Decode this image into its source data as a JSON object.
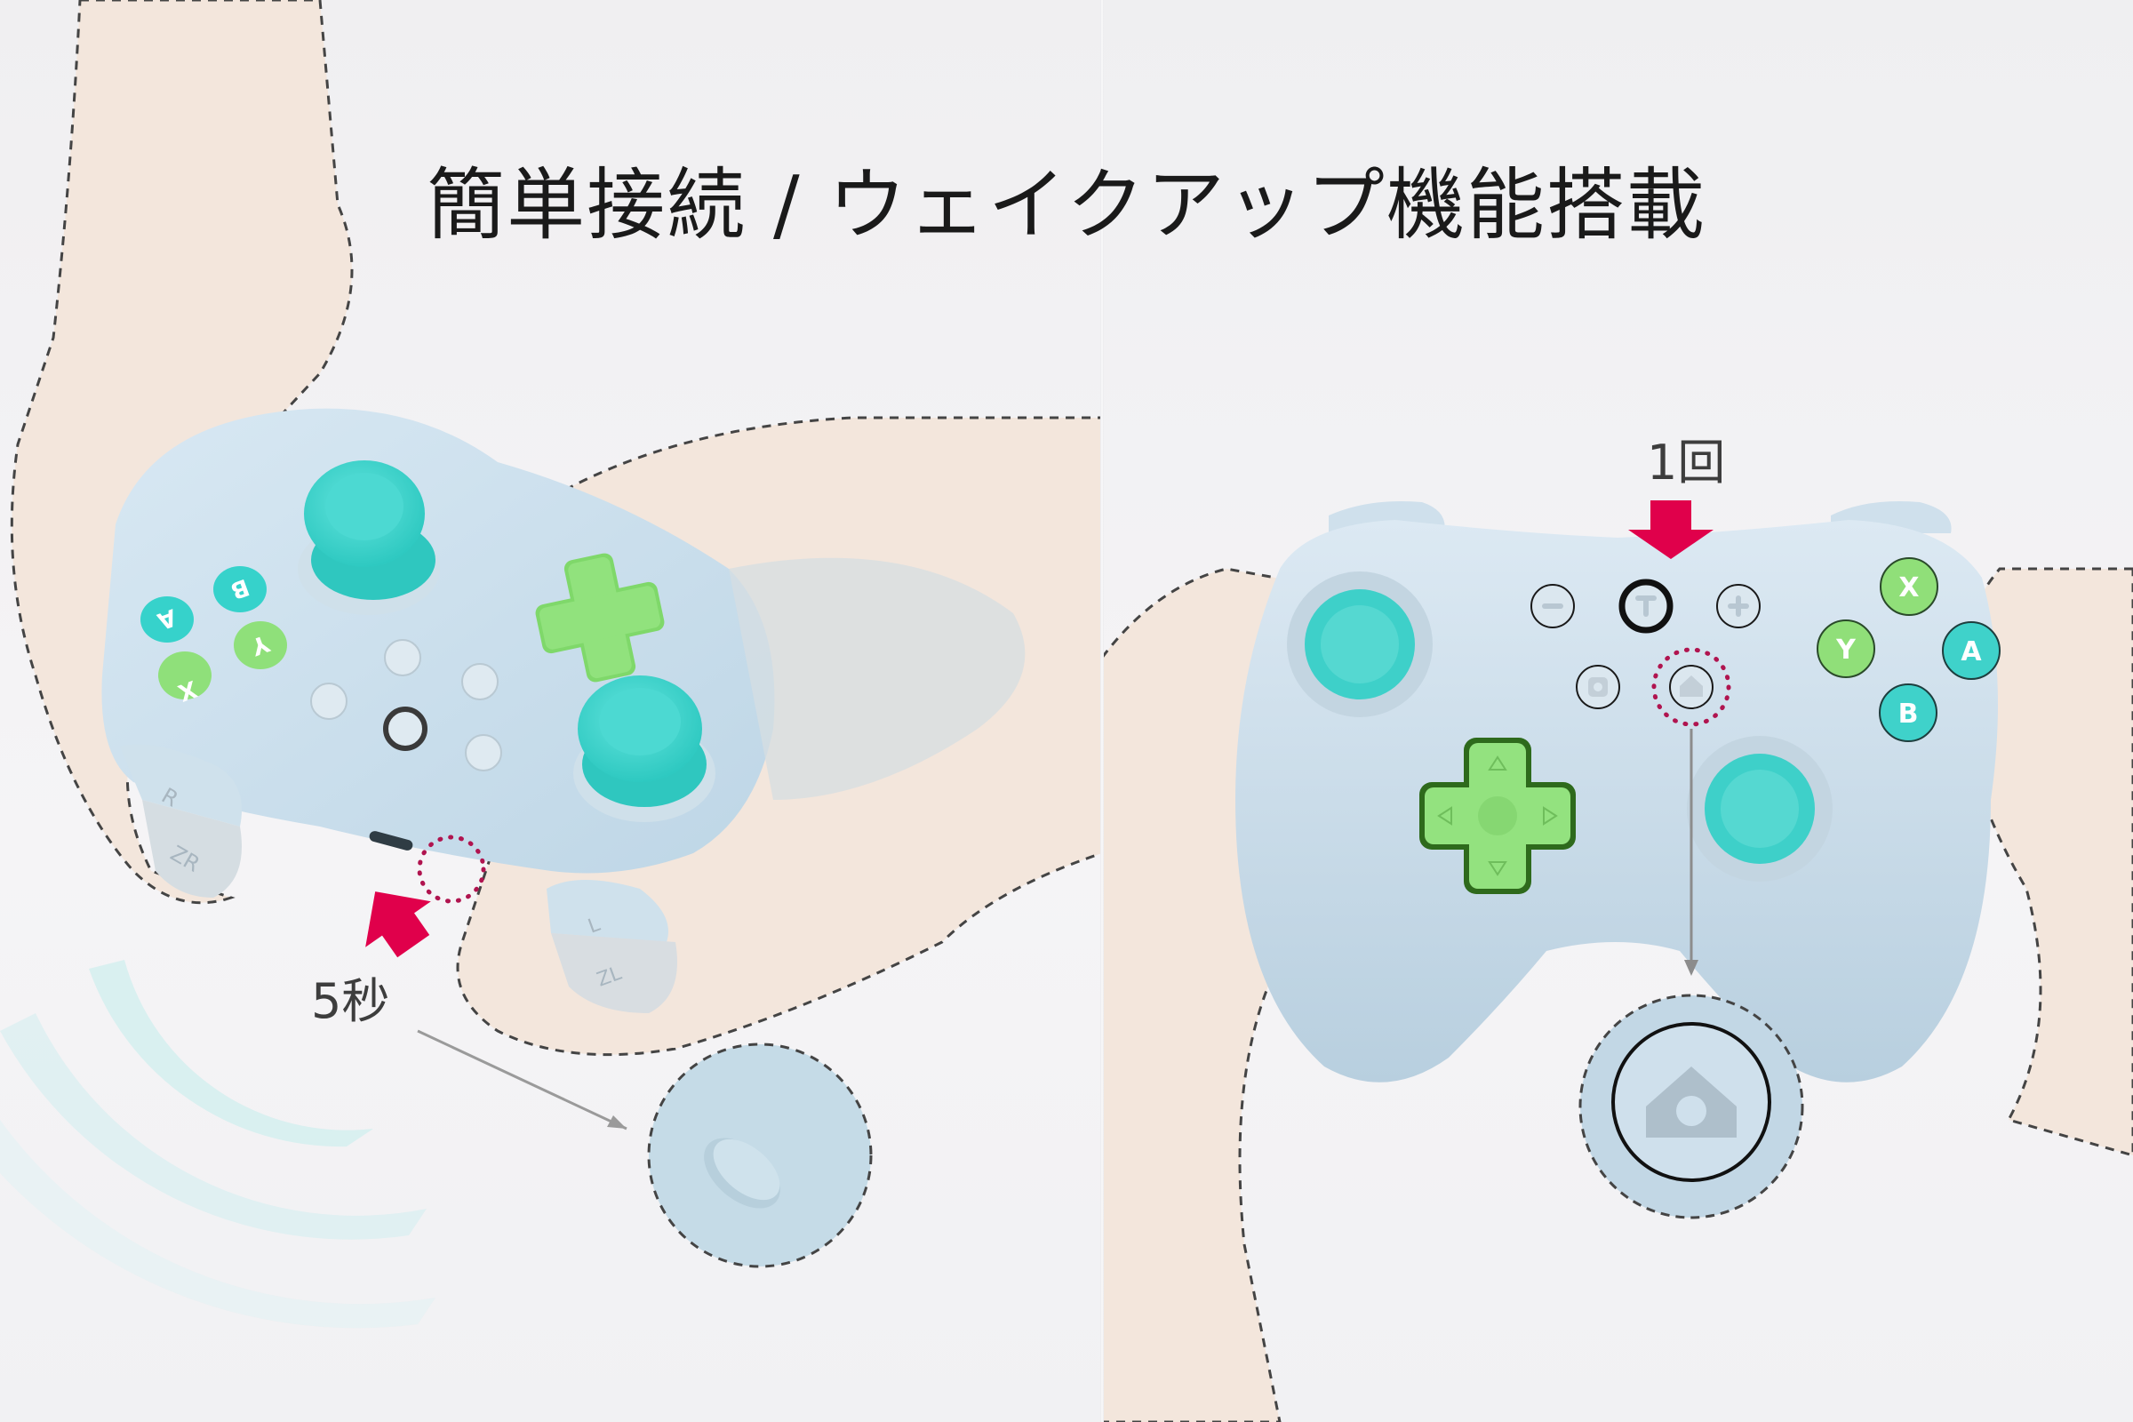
{
  "header": {
    "title": "簡単接続 / ウェイクアップ機能搭載"
  },
  "left_panel": {
    "step_label": "5秒",
    "annotation": "press-and-hold pairing button",
    "face_buttons": [
      "A",
      "B",
      "X",
      "Y"
    ],
    "shoulder_buttons": [
      "R",
      "ZR",
      "L",
      "ZL"
    ],
    "callout": "pairing-button-closeup"
  },
  "right_panel": {
    "step_label": "1回",
    "annotation": "press home button once",
    "face_buttons": [
      "X",
      "Y",
      "A",
      "B"
    ],
    "center_buttons": [
      "minus",
      "turbo",
      "plus",
      "capture",
      "home"
    ],
    "callout": "home-button-closeup"
  },
  "colors": {
    "controller_body": "#c9dfee",
    "accent_teal": "#3fd6cf",
    "accent_green": "#8fe07a",
    "arrow_red": "#e0004b",
    "skin": "#f3e6dc",
    "text": "#1a1a1a",
    "label_text": "#3d3d3d"
  }
}
